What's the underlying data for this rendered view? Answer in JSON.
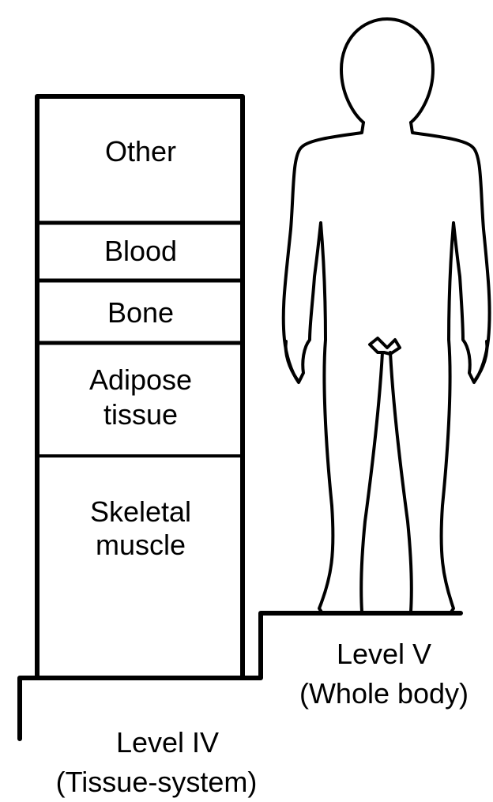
{
  "tissue_column": {
    "segments": [
      {
        "id": "other",
        "lines": [
          "Other"
        ]
      },
      {
        "id": "blood",
        "lines": [
          "Blood"
        ]
      },
      {
        "id": "bone",
        "lines": [
          "Bone"
        ]
      },
      {
        "id": "adipose",
        "lines": [
          "Adipose",
          "tissue"
        ]
      },
      {
        "id": "skeletal-muscle",
        "lines": [
          "Skeletal",
          "muscle"
        ]
      }
    ]
  },
  "levels": {
    "tissue_system": {
      "line1": "Level IV",
      "line2": "(Tissue-system)"
    },
    "whole_body": {
      "line1": "Level V",
      "line2": "(Whole body)"
    }
  },
  "colors": {
    "ink": "#000000",
    "background": "#ffffff"
  }
}
